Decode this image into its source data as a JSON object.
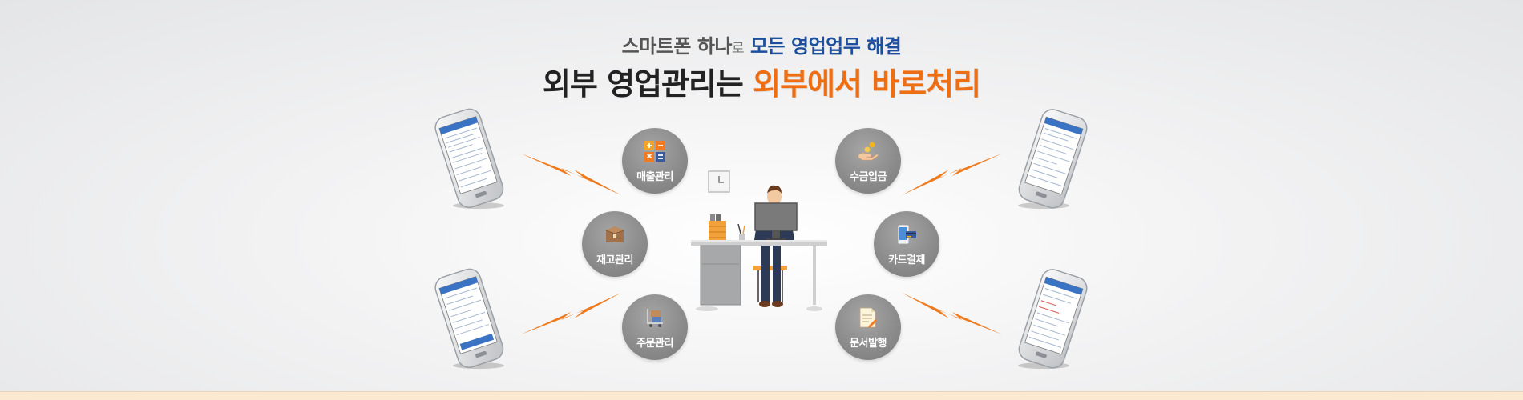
{
  "headline": {
    "line1_part1": "스마트폰 하나",
    "line1_part2": "로",
    "line1_part3": " 모든 영업업무 해결",
    "line2_part1": "외부 영업관리는 ",
    "line2_part2": "외부에서 바로처리"
  },
  "features": {
    "sales": {
      "label": "매출관리",
      "icon": "calculator-icon"
    },
    "inventory": {
      "label": "재고관리",
      "icon": "box-icon"
    },
    "orders": {
      "label": "주문관리",
      "icon": "cart-icon"
    },
    "collection": {
      "label": "수금입금",
      "icon": "coin-hand-icon"
    },
    "card": {
      "label": "카드결제",
      "icon": "card-payment-icon"
    },
    "documents": {
      "label": "문서발행",
      "icon": "document-icon"
    }
  },
  "colors": {
    "accent_orange": "#ee6e14",
    "accent_blue": "#1d4f9c",
    "circle_gray": "#8a8a8a"
  }
}
